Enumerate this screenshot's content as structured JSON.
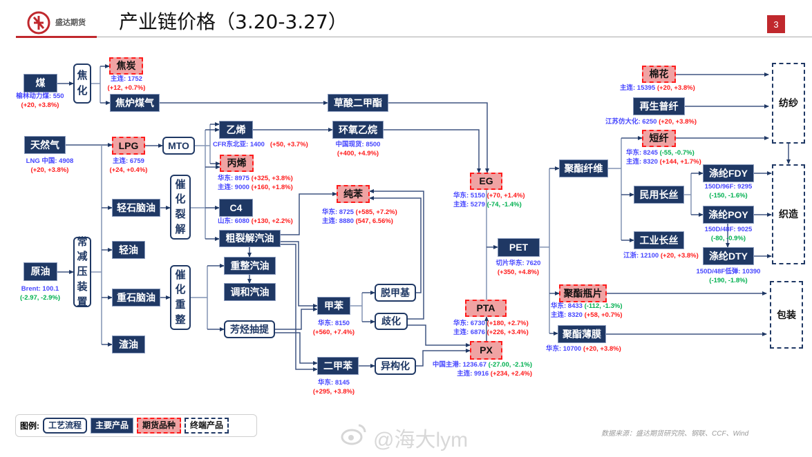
{
  "header": {
    "title": "产业链价格（3.20-3.27）",
    "logo_text": "盛达期货",
    "page_number": "3"
  },
  "colors": {
    "navy": "#1f3864",
    "futures_fill": "#f0a3a3",
    "futures_border": "#ff1a1a",
    "price_label": "#4646ff",
    "up": "#ff1a1a",
    "down": "#00b050",
    "accent_red": "#c0282d"
  },
  "nodes": {
    "coal": {
      "label": "煤",
      "type": "main"
    },
    "coking": {
      "label": "焦化",
      "type": "proc"
    },
    "coke": {
      "label": "焦炭",
      "type": "fut"
    },
    "coke_gas": {
      "label": "焦炉煤气",
      "type": "main"
    },
    "dmo": {
      "label": "草酸二甲酯",
      "type": "main"
    },
    "natgas": {
      "label": "天然气",
      "type": "main"
    },
    "lpg": {
      "label": "LPG",
      "type": "fut"
    },
    "mto": {
      "label": "MTO",
      "type": "proc"
    },
    "ethylene": {
      "label": "乙烯",
      "type": "main"
    },
    "propylene": {
      "label": "丙烯",
      "type": "fut"
    },
    "eo": {
      "label": "环氧乙烷",
      "type": "main"
    },
    "light_naphtha": {
      "label": "轻石脑油",
      "type": "main"
    },
    "cat_crack": {
      "label": "催化裂解",
      "type": "proc"
    },
    "c4": {
      "label": "C4",
      "type": "main"
    },
    "pygas": {
      "label": "粗裂解汽油",
      "type": "main"
    },
    "benzene": {
      "label": "纯苯",
      "type": "fut"
    },
    "eg": {
      "label": "EG",
      "type": "fut"
    },
    "cdu": {
      "label": "常减压装置",
      "type": "proc"
    },
    "light_oil": {
      "label": "轻油",
      "type": "main"
    },
    "crude": {
      "label": "原油",
      "type": "main"
    },
    "heavy_naphtha": {
      "label": "重石脑油",
      "type": "main"
    },
    "residue": {
      "label": "渣油",
      "type": "main"
    },
    "cat_reform": {
      "label": "催化重整",
      "type": "proc"
    },
    "reformate": {
      "label": "重整汽油",
      "type": "main"
    },
    "blend_gas": {
      "label": "调和汽油",
      "type": "main"
    },
    "aromatics": {
      "label": "芳烃抽提",
      "type": "proc"
    },
    "toluene": {
      "label": "甲苯",
      "type": "main"
    },
    "demethyl": {
      "label": "脱甲基",
      "type": "proc"
    },
    "dispro": {
      "label": "歧化",
      "type": "proc"
    },
    "xylene": {
      "label": "二甲苯",
      "type": "main"
    },
    "isomer": {
      "label": "异构化",
      "type": "proc"
    },
    "pta": {
      "label": "PTA",
      "type": "fut"
    },
    "px": {
      "label": "PX",
      "type": "fut"
    },
    "pet": {
      "label": "PET",
      "type": "main"
    },
    "polyester_fiber": {
      "label": "聚酯纤维",
      "type": "main"
    },
    "bottle": {
      "label": "聚酯瓶片",
      "type": "fut"
    },
    "film": {
      "label": "聚酯薄膜",
      "type": "main"
    },
    "cotton": {
      "label": "棉花",
      "type": "fut"
    },
    "recycled": {
      "label": "再生普纤",
      "type": "main"
    },
    "staple": {
      "label": "短纤",
      "type": "fut"
    },
    "civil_filament": {
      "label": "民用长丝",
      "type": "main"
    },
    "industrial_filament": {
      "label": "工业长丝",
      "type": "main"
    },
    "fdy": {
      "label": "涤纶FDY",
      "type": "main"
    },
    "poy": {
      "label": "涤纶POY",
      "type": "main"
    },
    "dty": {
      "label": "涤纶DTY",
      "type": "main"
    },
    "spinning": {
      "label": "纺纱",
      "type": "term"
    },
    "weaving": {
      "label": "织造",
      "type": "term"
    },
    "packaging": {
      "label": "包装",
      "type": "term"
    }
  },
  "prices": {
    "coal": [
      {
        "label": "榆林动力煤: 550",
        "change": "(+20, +3.8%)",
        "dir": "up"
      }
    ],
    "coke": [
      {
        "label": "主连: 1752",
        "change": "(+12, +0.7%)",
        "dir": "up"
      }
    ],
    "natgas": [
      {
        "label": "LNG 中国: 4908",
        "change": "(+20, +3.8%)",
        "dir": "up"
      }
    ],
    "lpg": [
      {
        "label": "主连: 6759",
        "change": "(+24, +0.4%)",
        "dir": "up"
      }
    ],
    "ethylene": [
      {
        "label": "CFR东北亚: 1400",
        "change": "(+50, +3.7%)",
        "dir": "up"
      }
    ],
    "propylene": [
      {
        "label": "华东: 8975",
        "change": "(+325, +3.8%)",
        "dir": "up"
      },
      {
        "label": "主连: 9000",
        "change": "(+160, +1.8%)",
        "dir": "up"
      }
    ],
    "c4": [
      {
        "label": "山东: 6080",
        "change": "(+130, +2.2%)",
        "dir": "up"
      }
    ],
    "eo": [
      {
        "label": "中国现货: 8500",
        "change": "(+400, +4.9%)",
        "dir": "up"
      }
    ],
    "benzene": [
      {
        "label": "华东: 8725",
        "change": "(+585, +7.2%)",
        "dir": "up"
      },
      {
        "label": "主连: 8880",
        "change": "(547, 6.56%)",
        "dir": "up"
      }
    ],
    "eg": [
      {
        "label": "华东: 5150",
        "change": "(+70, +1.4%)",
        "dir": "up"
      },
      {
        "label": "主连: 5279",
        "change": "(-74, -1.4%)",
        "dir": "down"
      }
    ],
    "crude": [
      {
        "label": "Brent: 100.1",
        "change": "(-2.97, -2.9%)",
        "dir": "down"
      }
    ],
    "toluene": [
      {
        "label": "华东: 8150",
        "change": "(+560, +7.4%)",
        "dir": "up"
      }
    ],
    "xylene": [
      {
        "label": "华东: 8145",
        "change": "(+295, +3.8%)",
        "dir": "up"
      }
    ],
    "pta": [
      {
        "label": "华东: 6730",
        "change": "(+180, +2.7%)",
        "dir": "up"
      },
      {
        "label": "主连: 6876",
        "change": "(+226, +3.4%)",
        "dir": "up"
      }
    ],
    "px": [
      {
        "label": "中国主港: 1236.67",
        "change": "(-27.00, -2.1%)",
        "dir": "down"
      },
      {
        "label": "主连: 9916",
        "change": "(+234, +2.4%)",
        "dir": "up"
      }
    ],
    "pet": [
      {
        "label": "切片华东: 7620",
        "change": "(+350, +4.8%)",
        "dir": "up"
      }
    ],
    "bottle": [
      {
        "label": "华东: 8433",
        "change": "(-112, -1.3%)",
        "dir": "down"
      },
      {
        "label": "主连: 8320",
        "change": "(+58, +0.7%)",
        "dir": "up"
      }
    ],
    "film": [
      {
        "label": "华东: 10700",
        "change": "(+20, +3.8%)",
        "dir": "up"
      }
    ],
    "cotton": [
      {
        "label": "主连: 15395",
        "change": "(+20, +3.8%)",
        "dir": "up"
      }
    ],
    "recycled": [
      {
        "label": "江苏仿大化: 6250",
        "change": "(+20, +3.8%)",
        "dir": "up"
      }
    ],
    "staple": [
      {
        "label": "华东: 8245",
        "change": "(-55, -0.7%)",
        "dir": "down"
      },
      {
        "label": "主连: 8320",
        "change": "(+144, +1.7%)",
        "dir": "up"
      }
    ],
    "industrial_filament": [
      {
        "label": "江浙: 12100",
        "change": "(+20, +3.8%)",
        "dir": "up"
      }
    ],
    "fdy": [
      {
        "label": "150D/96F: 9295",
        "change": "(-150, -1.6%)",
        "dir": "down"
      }
    ],
    "poy": [
      {
        "label": "150D/48F: 9025",
        "change": "(-80, -0.9%)",
        "dir": "down"
      }
    ],
    "dty": [
      {
        "label": "150D/48F低弹: 10390",
        "change": "(-190, -1.8%)",
        "dir": "down"
      }
    ]
  },
  "legend": {
    "title": "图例:",
    "process": "工艺流程",
    "main_product": "主要产品",
    "futures": "期货品种",
    "terminal": "终端产品"
  },
  "watermark": "@海大lym",
  "source": "数据来源：盛达期货研究院、钢联、CCF、Wind"
}
